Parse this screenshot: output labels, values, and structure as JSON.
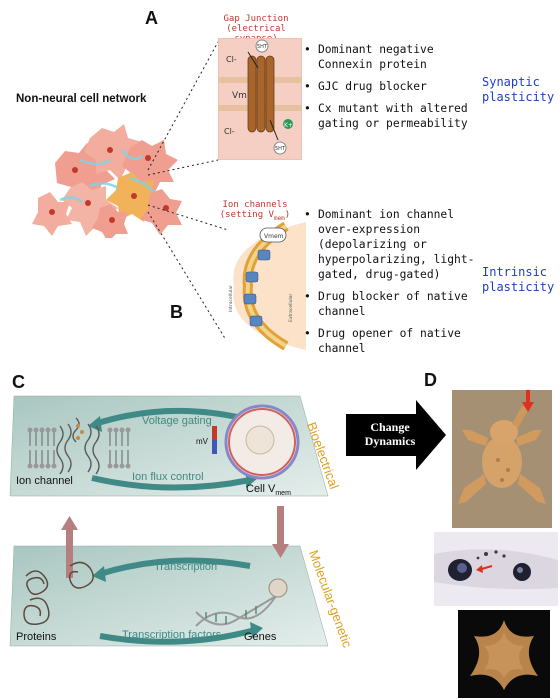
{
  "panel_a": {
    "letter": "A",
    "network_label": "Non-neural cell network",
    "gap_title_line1": "Gap Junction",
    "gap_title_line2": "(electrical synapse)",
    "bullets": [
      "Dominant negative Connexin protein",
      "GJC drug blocker",
      "Cx mutant with altered gating or permeability"
    ],
    "plasticity_line1": "Synaptic",
    "plasticity_line2": "plasticity",
    "ions": {
      "cl": "Cl-",
      "k": "K+",
      "vm": "Vm",
      "sht": "5HT"
    }
  },
  "panel_b": {
    "letter": "B",
    "ion_title_line1": "Ion channels",
    "ion_title_line2": "(setting V",
    "ion_title_sub": "mem",
    "ion_title_end": ")",
    "bullets": [
      "Dominant ion channel over-expression (depolarizing or hyperpolarizing, light-gated, drug-gated)",
      "Drug blocker of native channel",
      "Drug opener of native channel"
    ],
    "plasticity_line1": "Intrinsic",
    "plasticity_line2": "plasticity",
    "vmem_label": "Vmem",
    "intracellular": "Intracellular",
    "extracellular": "Extracellular"
  },
  "panel_c": {
    "letter": "C",
    "top_plane_label": "Bioelectrical",
    "bottom_plane_label": "Molecular-genetic",
    "voltage_gating": "Voltage gating",
    "ion_flux_control": "Ion flux control",
    "ion_channel": "Ion channel",
    "cell_vmem": "Cell V",
    "cell_vmem_sub": "mem",
    "mv": "mV",
    "transcription": "Transcription",
    "transcription_factors": "Transcription factors",
    "proteins": "Proteins",
    "genes": "Genes"
  },
  "change_dynamics": {
    "line1": "Change",
    "line2": "Dynamics"
  },
  "panel_d": {
    "letter": "D"
  },
  "colors": {
    "cell_pink": "#f0a898",
    "cell_orange": "#f0b050",
    "gap_junction": "#b0703a",
    "plane_fill": "#c9dbd6",
    "arrow_teal": "#3f8a86",
    "connector_mauve": "#b57f7f",
    "blue_text": "#1f3fbf",
    "red_text": "#c0392b"
  }
}
